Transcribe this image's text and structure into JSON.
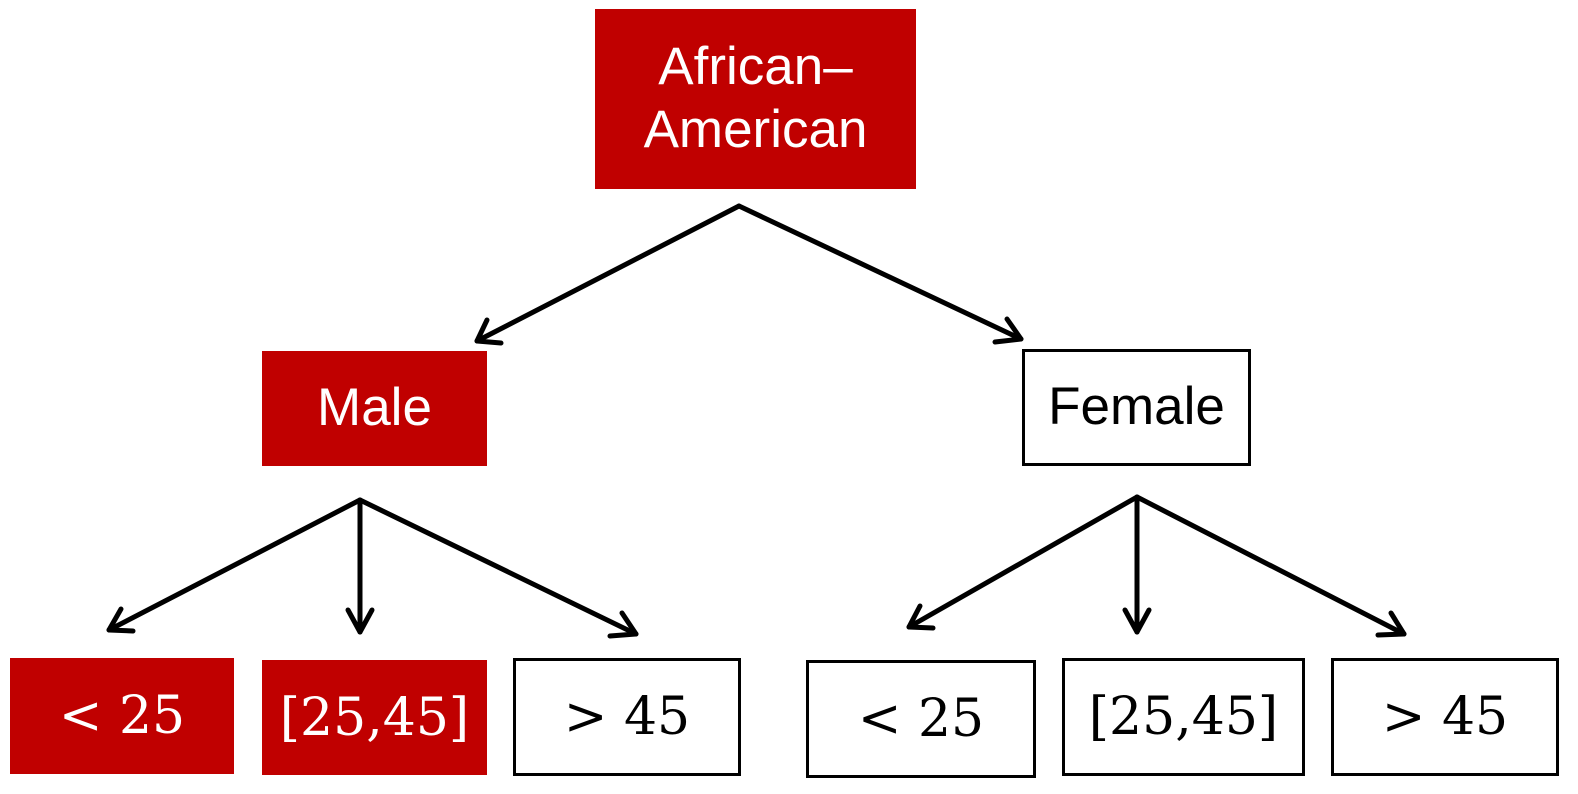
{
  "tree": {
    "root": {
      "label": "African–\nAmerican",
      "highlighted": true
    },
    "male": {
      "label": "Male",
      "highlighted": true
    },
    "female": {
      "label": "Female",
      "highlighted": false
    },
    "male_children": [
      {
        "label": "< 25",
        "highlighted": true
      },
      {
        "label": "[25,45]",
        "highlighted": true
      },
      {
        "label": "> 45",
        "highlighted": false
      }
    ],
    "female_children": [
      {
        "label": "< 25",
        "highlighted": false
      },
      {
        "label": "[25,45]",
        "highlighted": false
      },
      {
        "label": "> 45",
        "highlighted": false
      }
    ]
  },
  "colors": {
    "highlight": "#c00000",
    "edge": "#000000",
    "box_border": "#000000"
  }
}
